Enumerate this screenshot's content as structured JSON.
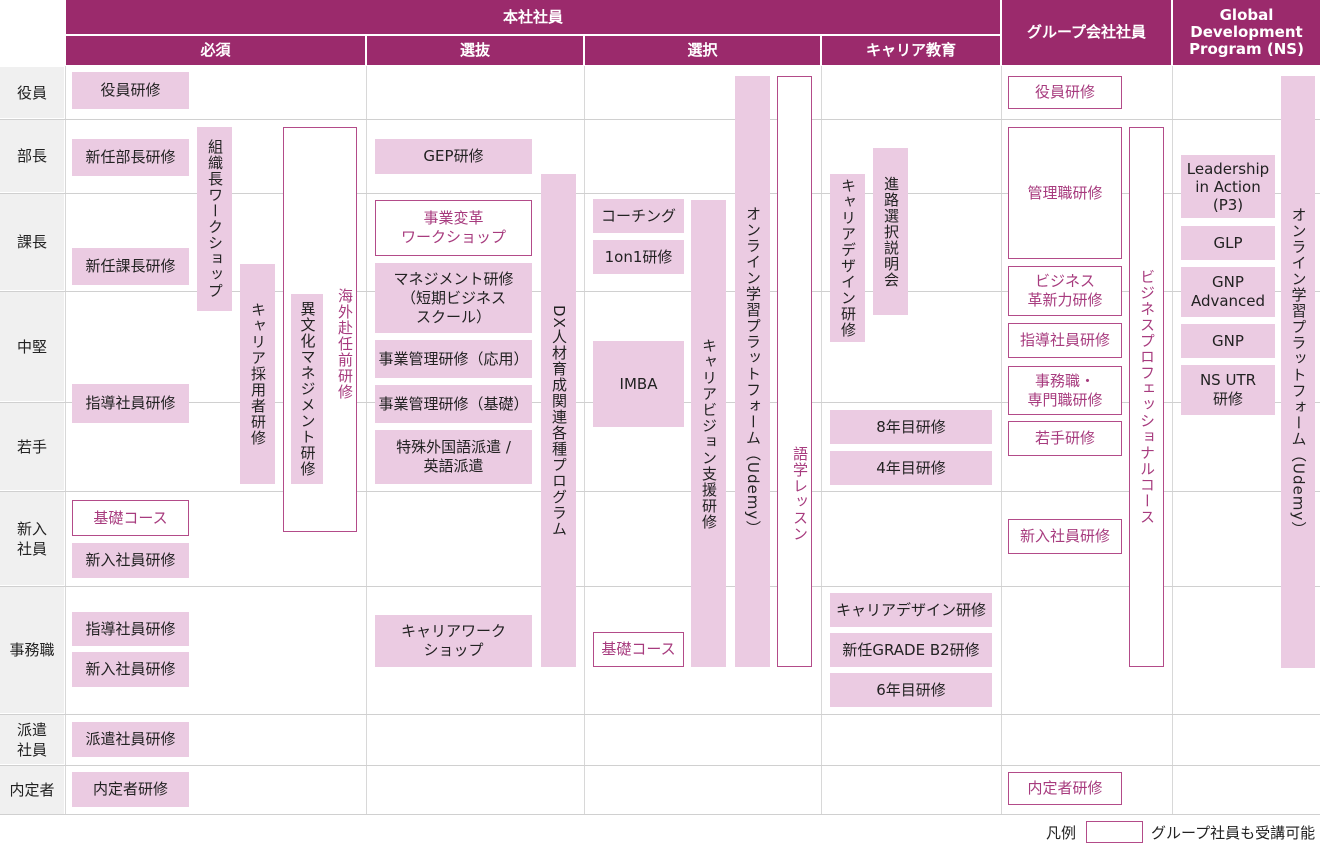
{
  "headers": {
    "honsha": "本社社員",
    "group": "グループ会社社員",
    "global": "Global Development Program (NS)",
    "global_lines": [
      "Global",
      "Development",
      "Program (NS)"
    ],
    "sub": {
      "hissu": "必須",
      "senbatsu": "選抜",
      "sentaku": "選択",
      "career": "キャリア教育"
    }
  },
  "rows": [
    {
      "key": "yakuin",
      "label": "役員"
    },
    {
      "key": "bucho",
      "label": "部長"
    },
    {
      "key": "kacho",
      "label": "課長"
    },
    {
      "key": "chuken",
      "label": "中堅"
    },
    {
      "key": "wakate",
      "label": "若手"
    },
    {
      "key": "shinnyu",
      "label": "新入社員",
      "lines": [
        "新入",
        "社員"
      ]
    },
    {
      "key": "jimu",
      "label": "事務職"
    },
    {
      "key": "haken",
      "label": "派遣社員",
      "lines": [
        "派遣",
        "社員"
      ]
    },
    {
      "key": "naitei",
      "label": "内定者"
    }
  ],
  "programs": {
    "hissu": {
      "yakuin": "役員研修",
      "shinnin_bucho": "新任部長研修",
      "shinnin_kacho": "新任課長研修",
      "shido": "指導社員研修",
      "kiso": "基礎コース",
      "shinnyu": "新入社員研修",
      "jimu_shido": "指導社員研修",
      "jimu_shinnyu": "新入社員研修",
      "haken": "派遣社員研修",
      "naitei": "内定者研修",
      "soshiki": "組織長ワークショップ",
      "career_saiyo": "キャリア採用者研修",
      "kaigai": "海外赴任前研修",
      "ibunka": "異文化マネジメント研修"
    },
    "senbatsu": {
      "gep": "GEP研修",
      "henkaku_lines": [
        "事業変革",
        "ワークショップ"
      ],
      "management_lines": [
        "マネジメント研修",
        "（短期ビジネス",
        "スクール）"
      ],
      "kanri_oyo": "事業管理研修（応用）",
      "kanri_kiso": "事業管理研修（基礎）",
      "tokushu_lines": [
        "特殊外国語派遣 /",
        "英語派遣"
      ],
      "dx": "DX人材育成関連各種プログラム",
      "career_ws_lines": [
        "キャリアワーク",
        "ショップ"
      ]
    },
    "sentaku": {
      "coaching": "コーチング",
      "one_on_one": "1on1研修",
      "imba": "IMBA",
      "kiso": "基礎コース",
      "vision": "キャリアビジョン支援研修",
      "online": "オンライン学習プラットフォーム（Udemy）",
      "gogaku": "語学レッスン"
    },
    "career": {
      "design": "キャリアデザイン研修",
      "shinro": "進路選択説明会",
      "year8": "8年目研修",
      "year4": "4年目研修",
      "jimu_design": "キャリアデザイン研修",
      "grade_b2": "新任GRADE B2研修",
      "year6": "6年目研修"
    },
    "group": {
      "yakuin": "役員研修",
      "kanrishoku": "管理職研修",
      "business_lines": [
        "ビジネス",
        "革新力研修"
      ],
      "shido": "指導社員研修",
      "jimushoku_lines": [
        "事務職・",
        "専門職研修"
      ],
      "wakate": "若手研修",
      "shinnyu": "新入社員研修",
      "naitei": "内定者研修",
      "pro": "ビジネスプロフェッショナルコース"
    },
    "global": {
      "lia_lines": [
        "Leadership",
        "in Action",
        "(P3)"
      ],
      "glp": "GLP",
      "gnp_adv_lines": [
        "GNP",
        "Advanced"
      ],
      "gnp": "GNP",
      "ns_utr_lines": [
        "NS UTR",
        "研修"
      ],
      "online": "オンライン学習プラットフォーム（Udemy）"
    }
  },
  "legend": {
    "label": "凡例",
    "text": "グループ社員も受講可能"
  },
  "colors": {
    "header": "#9b2a6c",
    "box": "#ebcbe2",
    "open_border": "#b34b89",
    "open_text": "#a73b7e",
    "row_label_bg": "#f0f0f0"
  }
}
